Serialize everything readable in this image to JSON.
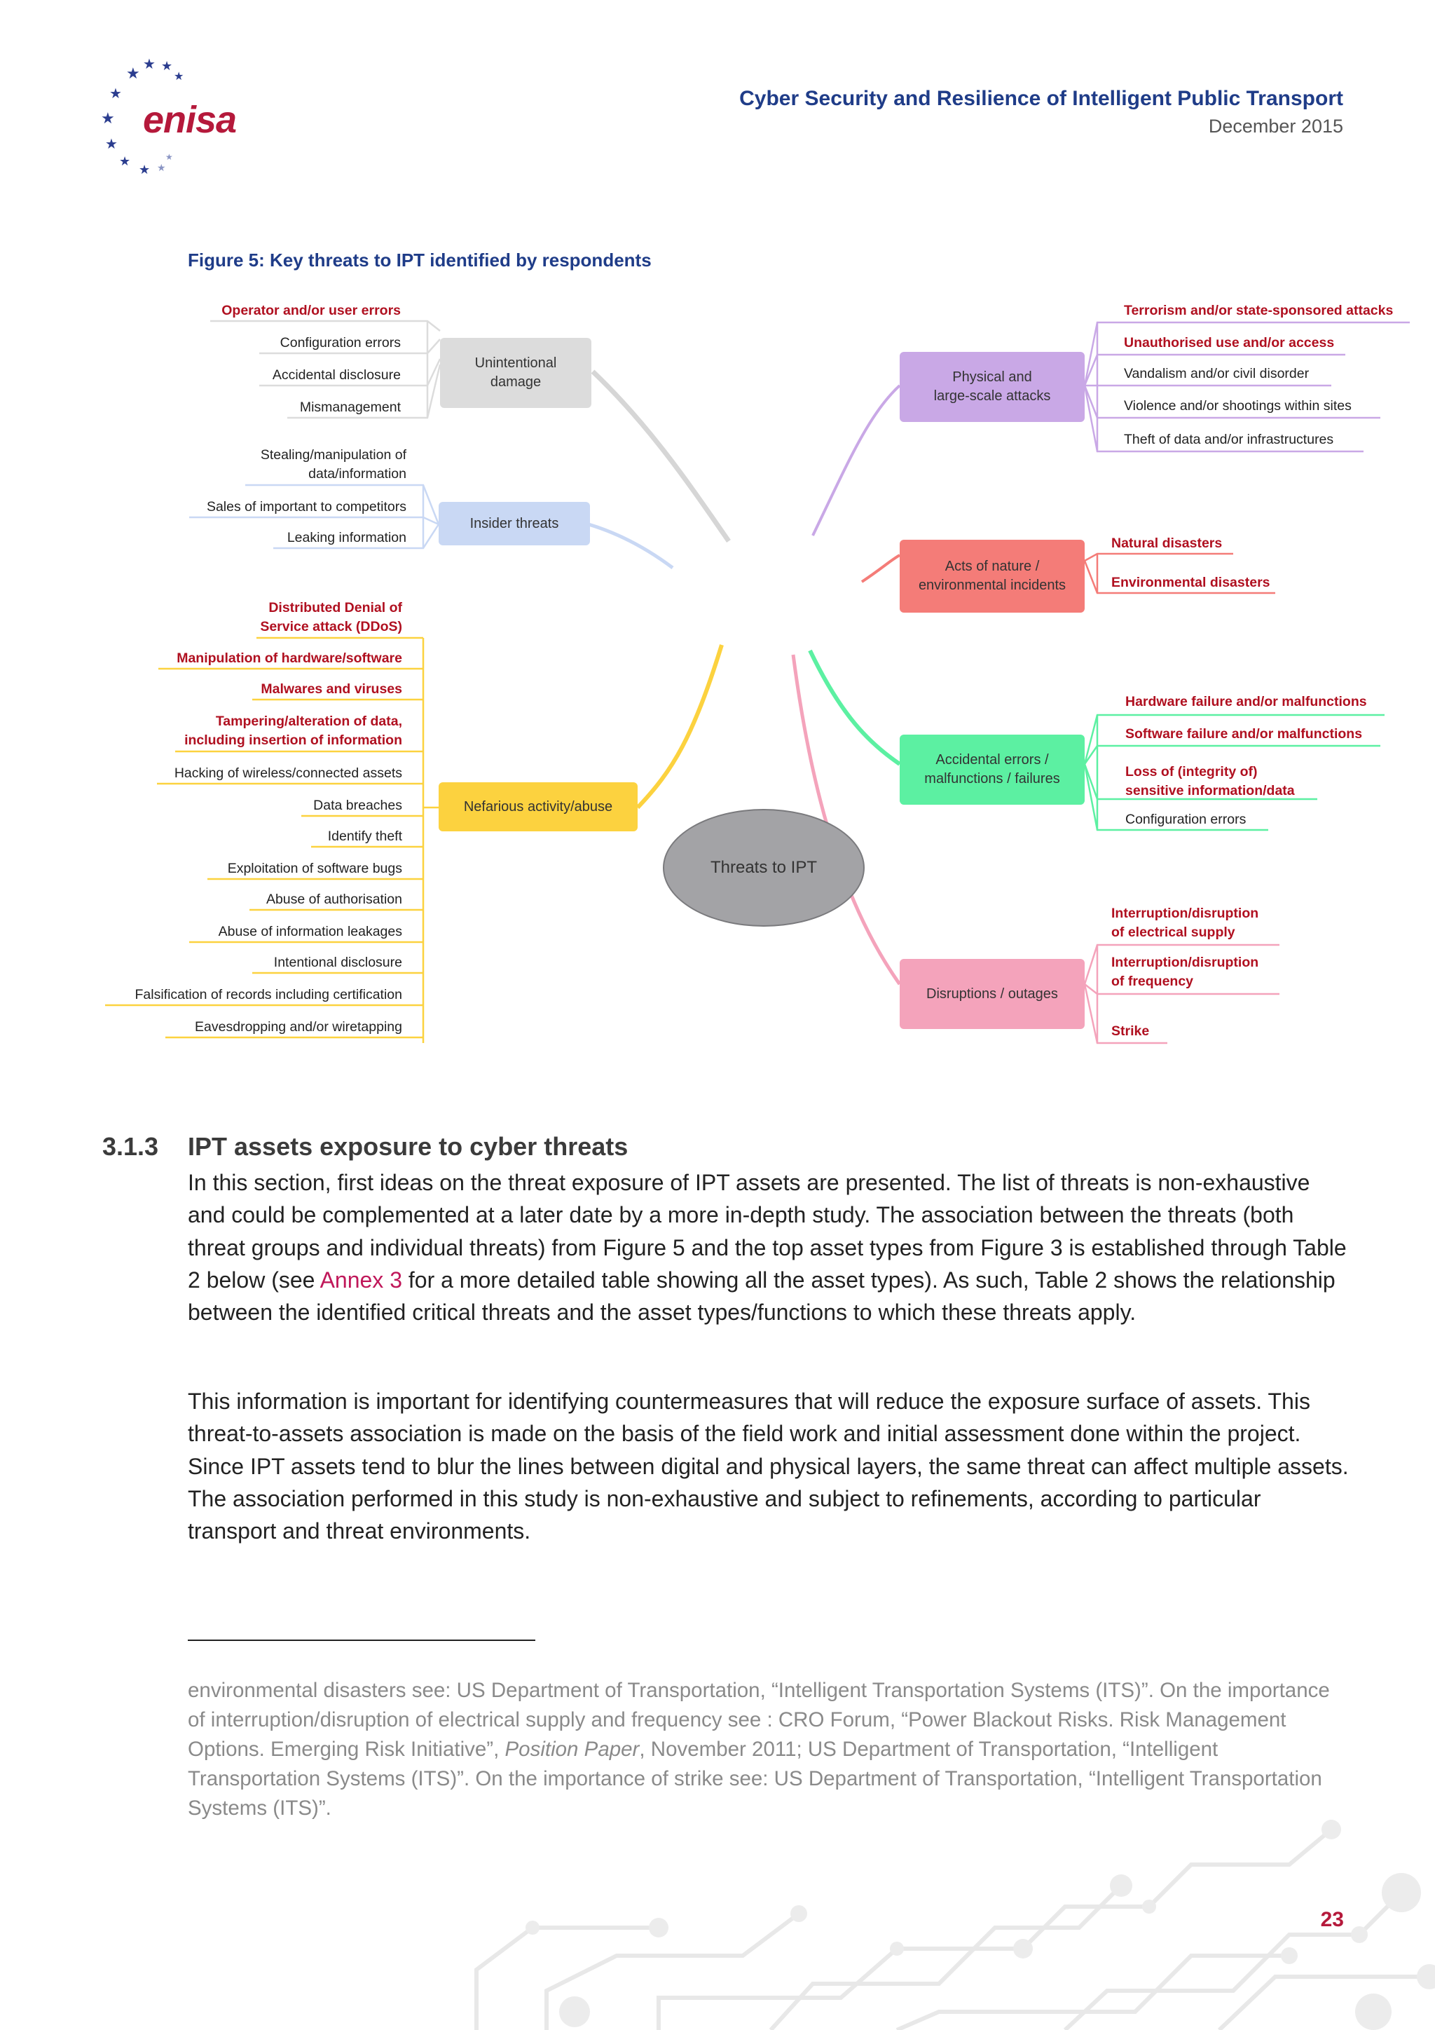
{
  "header": {
    "logo_text": "enisa",
    "title": "Cyber Security and Resilience of Intelligent Public Transport",
    "date": "December 2015"
  },
  "figure": {
    "caption": "Figure 5: Key threats to IPT identified by respondents",
    "center": "Threats to IPT",
    "colors": {
      "unintentional": "#dcdcdc",
      "insider": "#c9d8f4",
      "nefarious": "#fcd23f",
      "physical": "#c9a8e6",
      "nature": "#f47c78",
      "accidental": "#5cf0a2",
      "disruptions": "#f4a3bb",
      "red_text": "#b01020"
    },
    "left": {
      "unintentional": {
        "label_line1": "Unintentional",
        "label_line2": "damage",
        "items": [
          "Operator and/or user errors",
          "Configuration errors",
          "Accidental disclosure",
          "Mismanagement"
        ]
      },
      "insider": {
        "label": "Insider threats",
        "items": [
          [
            "Stealing/manipulation of",
            "data/information"
          ],
          [
            "Sales of important to competitors"
          ],
          [
            "Leaking information"
          ]
        ]
      },
      "nefarious": {
        "label": "Nefarious activity/abuse",
        "items": [
          [
            "Distributed Denial of",
            "Service attack (DDoS)"
          ],
          [
            "Manipulation of hardware/software"
          ],
          [
            "Malwares and viruses"
          ],
          [
            "Tampering/alteration of data,",
            "including insertion of information"
          ],
          [
            "Hacking of wireless/connected assets"
          ],
          [
            "Data breaches"
          ],
          [
            "Identify theft"
          ],
          [
            "Exploitation of software bugs"
          ],
          [
            "Abuse of authorisation"
          ],
          [
            "Abuse of information leakages"
          ],
          [
            "Intentional disclosure"
          ],
          [
            "Falsification of records including certification"
          ],
          [
            "Eavesdropping and/or wiretapping"
          ]
        ]
      }
    },
    "right": {
      "physical": {
        "label_line1": "Physical and",
        "label_line2": "large-scale attacks",
        "items": [
          "Terrorism and/or state-sponsored attacks",
          "Unauthorised use and/or access",
          "Vandalism and/or civil disorder",
          "Violence and/or shootings within sites",
          "Theft of data and/or infrastructures"
        ]
      },
      "nature": {
        "label_line1": "Acts of nature /",
        "label_line2": "environmental incidents",
        "items": [
          "Natural disasters",
          "Environmental disasters"
        ]
      },
      "accidental": {
        "label_line1": "Accidental errors /",
        "label_line2": "malfunctions / failures",
        "items": [
          [
            "Hardware failure and/or malfunctions"
          ],
          [
            "Software failure and/or malfunctions"
          ],
          [
            "Loss of (integrity of)",
            "sensitive information/data"
          ],
          [
            "Configuration errors"
          ]
        ]
      },
      "disruptions": {
        "label": "Disruptions / outages",
        "items": [
          [
            "Interruption/disruption",
            "of electrical supply"
          ],
          [
            "Interruption/disruption",
            "of frequency"
          ],
          [
            "Strike"
          ]
        ]
      }
    }
  },
  "section": {
    "number": "3.1.3",
    "title": "IPT assets exposure to cyber threats",
    "p1_part1": "In this section, first ideas on the threat exposure of IPT assets are presented. The list of threats is non-exhaustive and could be complemented at a later date by a more in-depth study. The association between the threats (both threat groups and individual threats) from Figure 5 and the top asset types from Figure 3 is established through Table 2 below (see ",
    "p1_link": "Annex 3",
    "p1_part2": " for a more detailed table showing all the asset types). As such, Table 2 shows the relationship between the identified critical threats and the asset types/functions to which these threats apply.",
    "p2": "This information is important for identifying countermeasures that will reduce the exposure surface of assets. This threat-to-assets association is made on the basis of the field work and initial assessment done within the project. Since IPT assets tend to blur the lines between digital and physical layers, the same threat can affect multiple assets. The association performed in this study is non-exhaustive and subject to refinements, according to particular transport and threat environments."
  },
  "footnote": {
    "part1": "environmental disasters see: US Department of Transportation, “Intelligent Transportation Systems (ITS)”. On the importance of interruption/disruption of electrical supply and frequency see : CRO Forum, “Power Blackout Risks. Risk Management Options. Emerging Risk Initiative”, ",
    "italic": "Position Paper",
    "part2": ", November 2011; US Department of Transportation, “Intelligent Transportation Systems (ITS)”. On the importance of strike see: US Department of Transportation, “Intelligent Transportation Systems (ITS)”."
  },
  "page_number": "23"
}
